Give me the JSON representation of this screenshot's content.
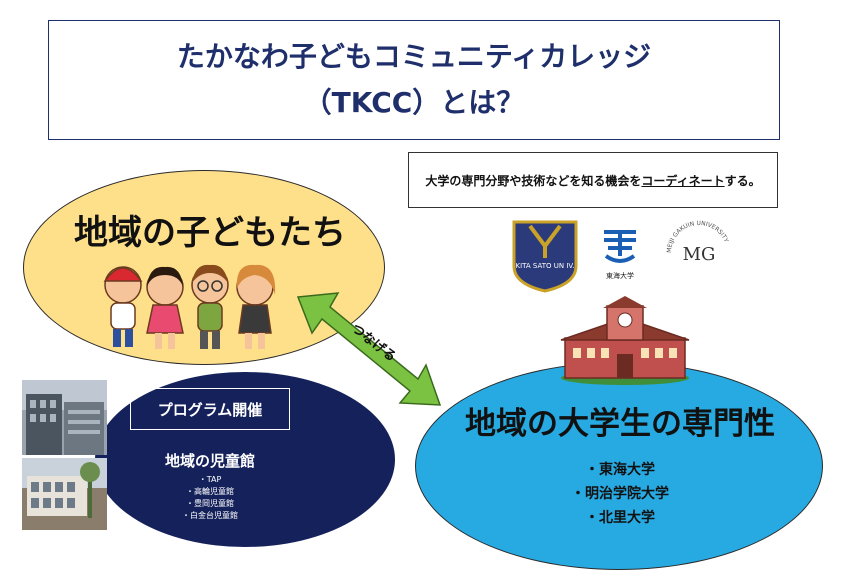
{
  "title": {
    "line1": "たかなわ子どもコミュニティカレッジ",
    "line2": "（TKCC）とは？"
  },
  "caption": {
    "before": "大学の専門分野や技術などを知る機会を",
    "underlined": "コーディネート",
    "after": "する。"
  },
  "kids": {
    "heading": "地域の子どもたち"
  },
  "connect": {
    "label": "つなげる"
  },
  "program": {
    "label": "プログラム開催",
    "subheading": "地域の児童館",
    "facilities": [
      "・TAP",
      "・高輪児童館",
      "・豊岡児童館",
      "・白金台児童館"
    ]
  },
  "university": {
    "heading": "地域の大学生の専門性",
    "list": [
      "・東海大学",
      "・明治学院大学",
      "・北里大学"
    ]
  },
  "logos": {
    "kitasato_text": "KITA SATO UN IV.",
    "tokai_text": "東海大学",
    "meiji_text": "MEIJI GAKUIN UNIVERSITY",
    "meiji_mark": "MG"
  },
  "colors": {
    "title_navy": "#1f2f6b",
    "kids_yellow": "#ffe08a",
    "program_navy": "#14215b",
    "univ_blue": "#27a9e1",
    "arrow_green": "#7bc142"
  }
}
